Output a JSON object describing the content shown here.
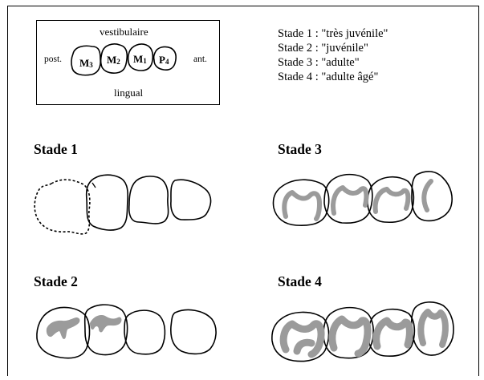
{
  "orientation": {
    "vestibular": "vestibulaire",
    "lingual": "lingual",
    "posterior": "post.",
    "anterior": "ant."
  },
  "teeth": [
    {
      "letter": "M",
      "index": "3"
    },
    {
      "letter": "M",
      "index": "2"
    },
    {
      "letter": "M",
      "index": "1"
    },
    {
      "letter": "P",
      "index": "4"
    }
  ],
  "stage_definitions": [
    "Stade 1 : \"très juvénile\"",
    "Stade 2 : \"juvénile\"",
    "Stade 3 : \"adulte\"",
    "Stade 4 : \"adulte âgé\""
  ],
  "stages": {
    "stage1": "Stade 1",
    "stage2": "Stade 2",
    "stage3": "Stade 3",
    "stage4": "Stade 4"
  },
  "colors": {
    "outline": "#000000",
    "dentine": "#9b9b9b"
  }
}
